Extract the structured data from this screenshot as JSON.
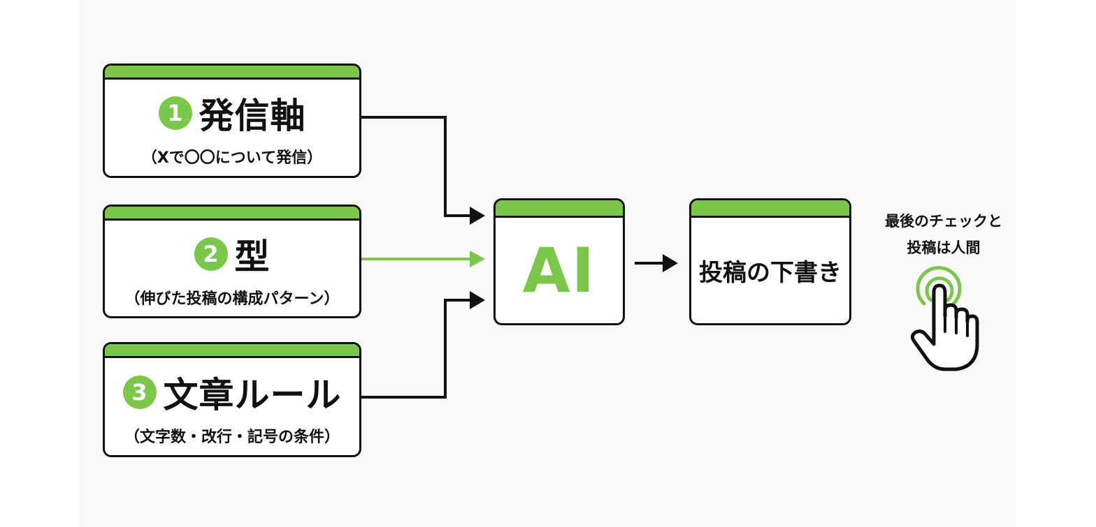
{
  "inputs": [
    {
      "number": "1",
      "title": "発信軸",
      "subtitle": "（Xで〇〇について発信）"
    },
    {
      "number": "2",
      "title": "型",
      "subtitle": "（伸びた投稿の構成パターン）"
    },
    {
      "number": "3",
      "title": "文章ルール",
      "subtitle": "（文字数・改行・記号の条件）"
    }
  ],
  "ai_box": {
    "label": "AI"
  },
  "draft_box": {
    "label": "投稿の下書き"
  },
  "human_check": {
    "line1": "最後のチェックと",
    "line2": "投稿は人間",
    "icon": "tap-hand-icon"
  },
  "colors": {
    "accent": "#7bc74a",
    "stroke": "#111111"
  }
}
